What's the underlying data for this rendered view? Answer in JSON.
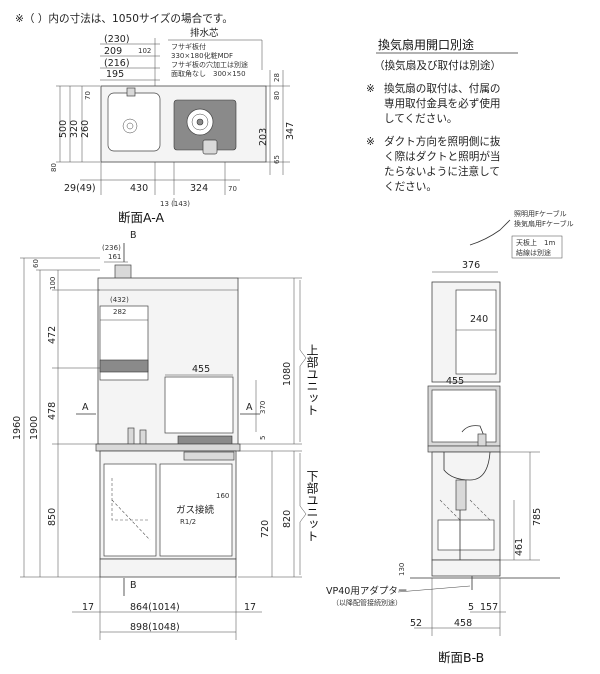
{
  "header_note": "※（ ）内の寸法は、1050サイズの場合です。",
  "section_aa": {
    "title": "断面A-A",
    "top_dims": [
      "(230)",
      "209",
      "102",
      "(216)",
      "195"
    ],
    "drain_label": "排水芯",
    "panel_note": [
      "フサギ板付",
      "330×180化粧MDF",
      "フサギ板の穴加工は別途",
      "面取角なし　300×150"
    ],
    "left_dims": [
      "70",
      "260",
      "320",
      "500",
      "80"
    ],
    "right_dims": [
      "28",
      "80",
      "347",
      "203",
      "65"
    ],
    "bottom_dims": [
      "29(49)",
      "430",
      "324",
      "70"
    ],
    "sub_dim": "13 (143)"
  },
  "fan_opening": {
    "title": "換気扇用開口別途",
    "subtitle": "（換気扇及び取付は別途）",
    "notes": [
      [
        "※",
        "換気扇の取付は、付属の",
        "専用取付金具を必ず使用",
        "してください。"
      ],
      [
        "※",
        "ダクト方向を照明側に抜",
        "く際はダクトと照明が当",
        "たらないように注意して",
        "ください。"
      ]
    ]
  },
  "front_view": {
    "section_marks": [
      "B",
      "A",
      "A",
      "B"
    ],
    "top_dims": [
      "(236)",
      "161"
    ],
    "height_total": "1960",
    "height_1900": "1900",
    "left_dims": [
      "60",
      "100",
      "472",
      "478",
      "850"
    ],
    "small_dims": [
      "(432)",
      "282",
      "455",
      "370",
      "5",
      "160"
    ],
    "upper_unit_height": "1080",
    "upper_unit_label": "上部ユニット",
    "lower_unit_height": "820",
    "lower_unit_height2": "720",
    "lower_unit_label": "下部ユニット",
    "gas_label": "ガス接続",
    "gas_size": "R1/2",
    "bottom_dims": [
      "17",
      "864(1014)",
      "17",
      "898(1048)"
    ]
  },
  "section_bb": {
    "title": "断面B-B",
    "cable_labels": [
      "照明用Fケーブル",
      "換気扇用Fケーブル"
    ],
    "cable_note": [
      "天板上　1m",
      "結線は別途"
    ],
    "dims": [
      "376",
      "240",
      "455",
      "785",
      "461",
      "130",
      "5",
      "157",
      "52",
      "458"
    ],
    "adapter_label": "VP40用アダプター",
    "adapter_note": "（以降配管接続別途）"
  }
}
